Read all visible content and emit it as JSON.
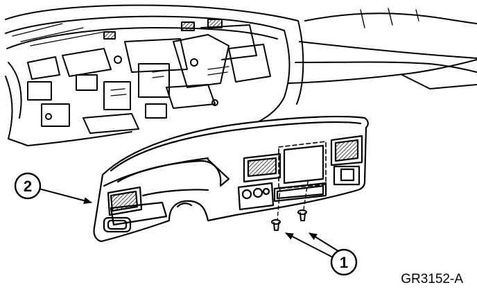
{
  "figure": {
    "code": "GR3152-A",
    "background": "#ffffff",
    "ink": "#000000",
    "callouts": [
      {
        "number": "1",
        "target": "screws"
      },
      {
        "number": "2",
        "target": "instrument-panel-finish-panel"
      }
    ]
  }
}
